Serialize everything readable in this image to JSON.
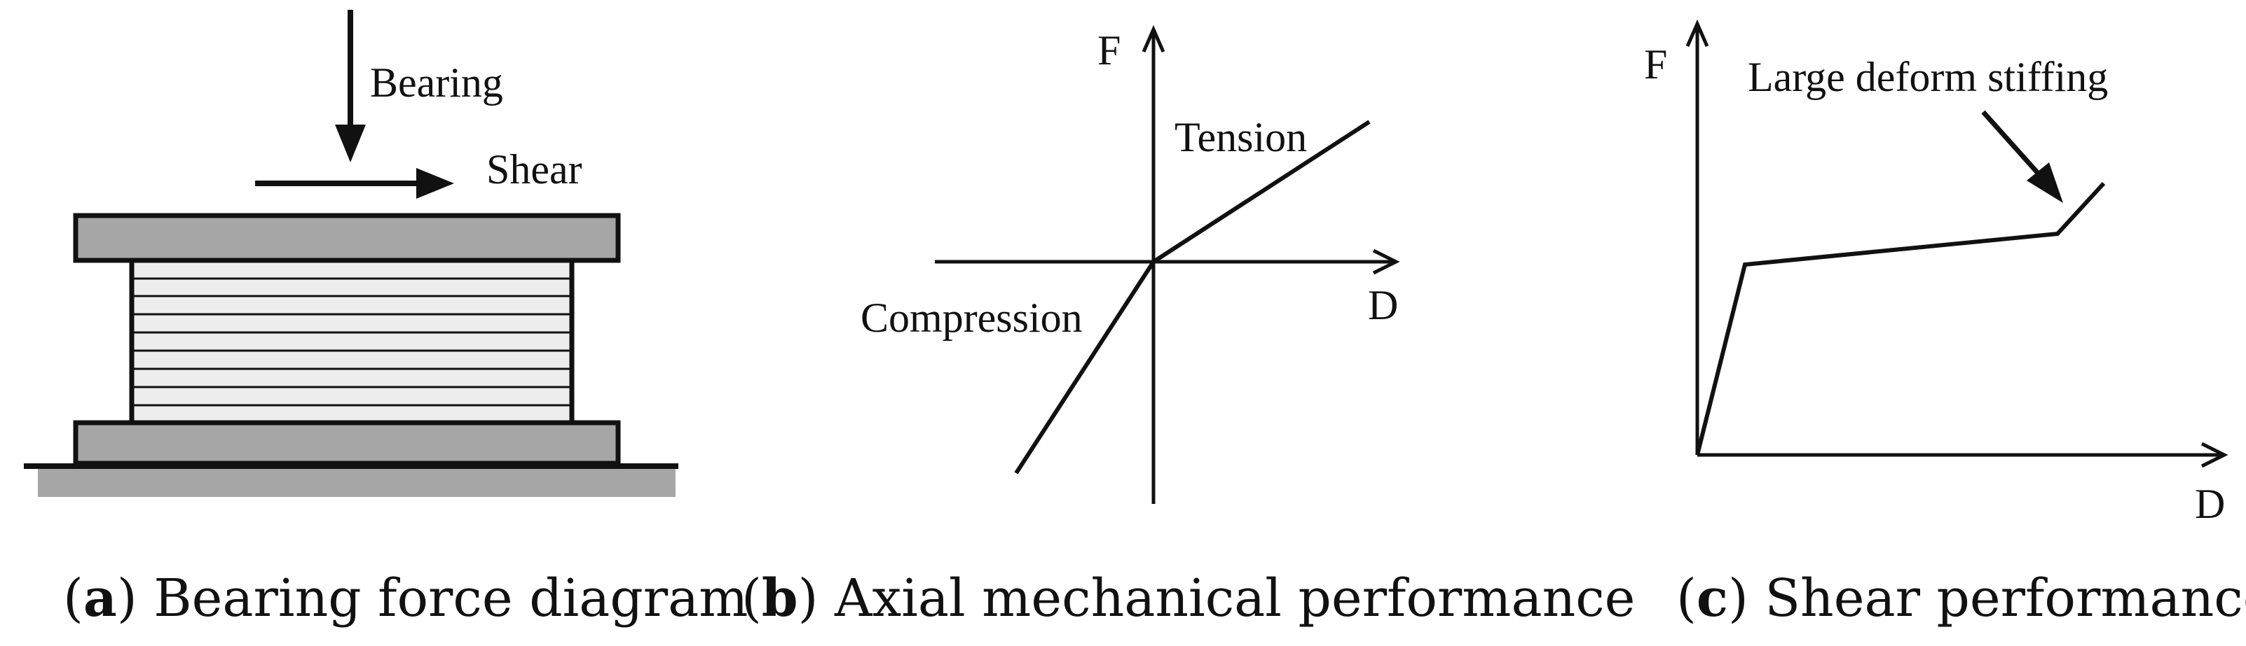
{
  "panels": {
    "a": {
      "load_labels": {
        "bearing": "Bearing",
        "shear": "Shear"
      },
      "caption": {
        "letter": "a",
        "text": "Bearing force diagram"
      }
    },
    "b": {
      "axis_labels": {
        "y": "F",
        "x": "D"
      },
      "curve_labels": {
        "tension": "Tension",
        "compression": "Compression"
      },
      "caption": {
        "letter": "b",
        "text": "Axial mechanical performance"
      }
    },
    "c": {
      "axis_labels": {
        "y": "F",
        "x": "D"
      },
      "annotation": "Large deform stiffing",
      "caption": {
        "letter": "c",
        "text": "Shear performance"
      }
    }
  },
  "colors": {
    "line": "#111111",
    "plate_fill": "#a6a6a6",
    "rubber_fill": "#ededed",
    "ground_fill": "#a6a6a6"
  }
}
